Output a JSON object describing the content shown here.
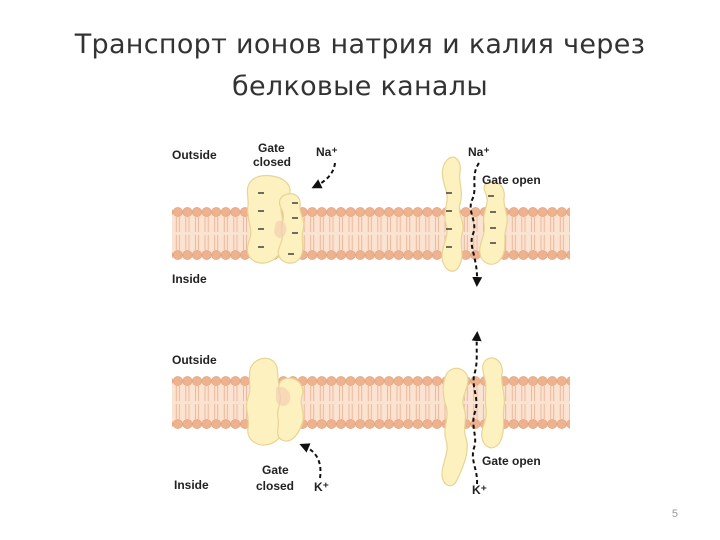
{
  "title": {
    "line1": "Транспорт ионов натрия и калия через",
    "line2": "белковые каналы"
  },
  "top_panel": {
    "outside_label": "Outside",
    "inside_label": "Inside",
    "gate_closed_line1": "Gate",
    "gate_closed_line2": "closed",
    "ion_closed": "Na⁺",
    "ion_open": "Na⁺",
    "gate_open": "Gate open"
  },
  "bottom_panel": {
    "outside_label": "Outside",
    "inside_label": "Inside",
    "gate_closed_line1": "Gate",
    "gate_closed_line2": "closed",
    "ion_closed": "K⁺",
    "ion_open": "K⁺",
    "gate_open": "Gate open"
  },
  "page_number": "5",
  "colors": {
    "membrane_fill": "#f4c7a4",
    "lipid_head": "#eeb28f",
    "protein_fill": "#fdf1c0",
    "protein_stroke": "#e8d494",
    "text": "#222222"
  }
}
